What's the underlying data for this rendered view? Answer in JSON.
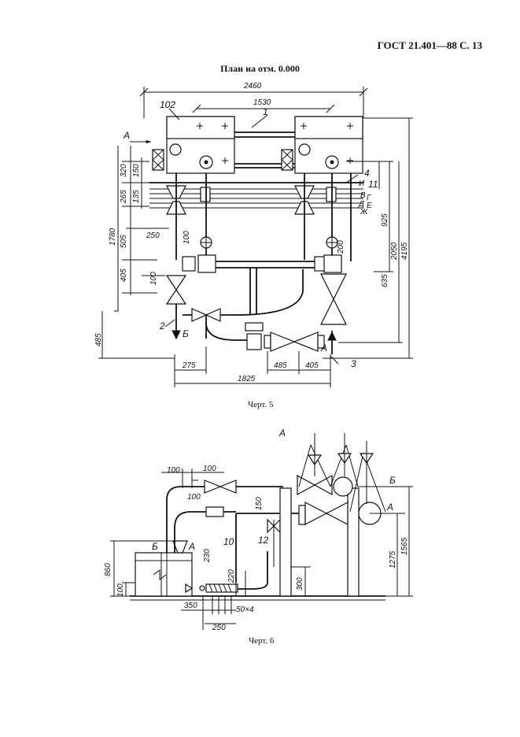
{
  "header": {
    "ref": "ГОСТ 21.401—88 С. 13"
  },
  "fig5": {
    "title": "План на отм. 0.000",
    "caption": "Черт. 5",
    "dims": {
      "d2460": "2460",
      "d1530": "1530",
      "d320": "320",
      "d150": "150",
      "d265": "265",
      "d135": "135",
      "d505": "505",
      "d1780": "1780",
      "d250": "250",
      "d100a": "100",
      "d405a": "405",
      "d100b": "100",
      "d485a": "485",
      "d275": "275",
      "d1825": "1825",
      "d485b": "485",
      "d405b": "405",
      "d200": "200",
      "d635": "635",
      "d925": "925",
      "d2050": "2050",
      "d4195": "4195"
    },
    "labels": {
      "n102": "102",
      "n1": "1",
      "n2": "2",
      "n3": "3",
      "n4": "4",
      "n11": "11",
      "A1": "А",
      "B1": "Б",
      "A2": "А",
      "I": "И",
      "V": "В",
      "G": "Г",
      "D": "Д",
      "E": "Е",
      "Zh": "Ж"
    }
  },
  "fig6": {
    "title": "А",
    "caption": "Черт. 6",
    "dims": {
      "d100a": "100",
      "d100b": "100",
      "d100c": "100",
      "d150": "150",
      "d860": "860",
      "d100d": "100",
      "d230": "230",
      "d220": "220",
      "d300": "300",
      "d350": "350",
      "d50x4": "50×4",
      "d250": "250",
      "d1275": "1275",
      "d1565": "1565"
    },
    "labels": {
      "n10": "10",
      "n12": "12",
      "B1": "Б",
      "A1": "А",
      "B2": "Б",
      "A2": "А"
    }
  }
}
